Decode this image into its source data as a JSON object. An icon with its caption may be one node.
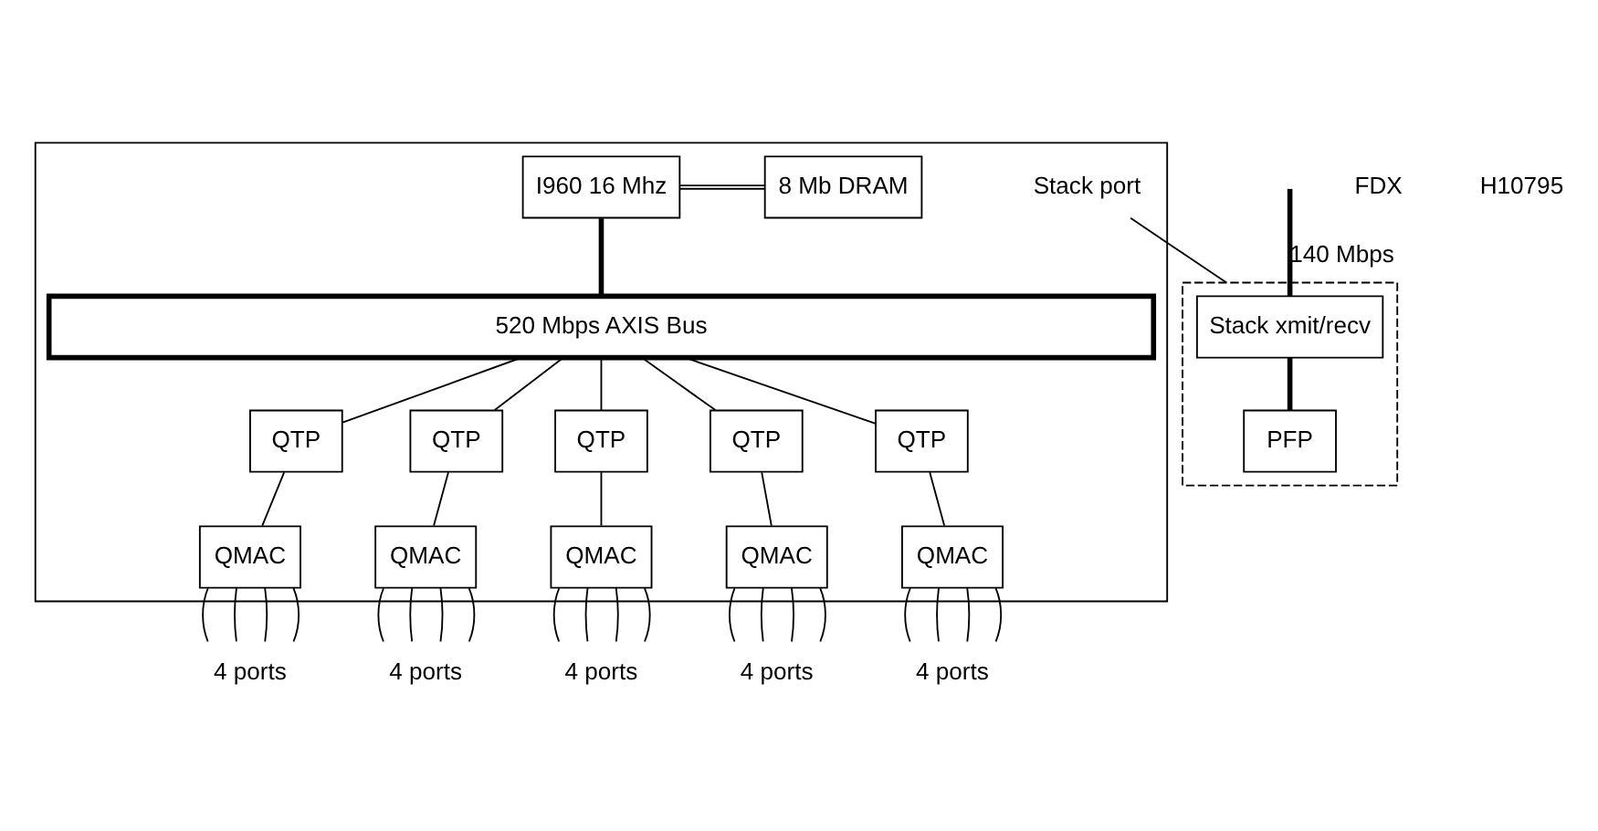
{
  "diagram": {
    "nodes": [
      {
        "text": [],
        "shape": "box"
      },
      {
        "text": [
          "8 Mb DRAM"
        ],
        "in": 0
      },
      {
        "text": [
          "I960 16 Mhz"
        ],
        "in": 0
      },
      {
        "text": [
          "Stack port"
        ],
        "in": 0
      },
      {
        "text": [],
        "shape": "box"
      },
      {
        "text": [
          "Stack xmit/recv"
        ],
        "in": 4
      },
      {
        "text": [
          "PFP"
        ],
        "in": 4
      },
      {
        "text": [
          "520 Mbps AXIS Bus"
        ],
        "in": 0
      },
      {
        "text": [
          "QTP"
        ],
        "in": 0
      },
      {
        "text": [
          "QTP"
        ],
        "in": 0
      },
      {
        "text": [
          "QTP"
        ],
        "in": 0
      },
      {
        "text": [
          "QTP"
        ],
        "in": 0
      },
      {
        "text": [
          "QTP"
        ],
        "in": 0
      },
      {
        "text": [
          "QMAC"
        ],
        "in": 0
      },
      {
        "text": [
          "QMAC"
        ],
        "in": 0
      },
      {
        "text": [
          "QMAC"
        ],
        "in": 0
      },
      {
        "text": [
          "QMAC"
        ],
        "in": 0
      },
      {
        "text": [
          "QMAC"
        ],
        "in": 0
      },
      {
        "text": [
          "4 ports"
        ]
      },
      {
        "text": [
          "4 ports"
        ]
      },
      {
        "text": [
          "4 ports"
        ]
      },
      {
        "text": [
          "4 ports"
        ]
      },
      {
        "text": [
          "4 ports"
        ]
      }
    ],
    "edges": [
      {
        "from": 1,
        "to": 2,
        "arrow": "none"
      },
      {
        "from": 2,
        "to": 7,
        "arrow": "none",
        "style": "thick"
      },
      {
        "from": 3,
        "to": 4,
        "arrow": "none"
      },
      {
        "from": null,
        "to": 5,
        "arrow": "none",
        "style": "thick",
        "label": "140 Mbps"
      },
      {
        "from": 5,
        "to": 6,
        "arrow": "none",
        "style": "thick"
      },
      {
        "from": 7,
        "to": 8,
        "arrow": "none"
      },
      {
        "from": 7,
        "to": 9,
        "arrow": "none"
      },
      {
        "from": 7,
        "to": 10,
        "arrow": "none"
      },
      {
        "from": 7,
        "to": 11,
        "arrow": "none"
      },
      {
        "from": 7,
        "to": 12,
        "arrow": "none"
      },
      {
        "from": 8,
        "to": 13,
        "arrow": "none"
      },
      {
        "from": 9,
        "to": 14,
        "arrow": "none"
      },
      {
        "from": 10,
        "to": 15,
        "arrow": "none"
      },
      {
        "from": 11,
        "to": 16,
        "arrow": "none"
      },
      {
        "from": 12,
        "to": 17,
        "arrow": "none"
      },
      {
        "from": 13,
        "to": 18,
        "arrow": "none"
      },
      {
        "from": 13,
        "to": 18,
        "arrow": "none"
      },
      {
        "from": 13,
        "to": 18,
        "arrow": "none"
      },
      {
        "from": 13,
        "to": 18,
        "arrow": "none"
      },
      {
        "from": 14,
        "to": 19,
        "arrow": "none"
      },
      {
        "from": 14,
        "to": 19,
        "arrow": "none"
      },
      {
        "from": 14,
        "to": 19,
        "arrow": "none"
      },
      {
        "from": 14,
        "to": 19,
        "arrow": "none"
      },
      {
        "from": 15,
        "to": 20,
        "arrow": "none"
      },
      {
        "from": 15,
        "to": 20,
        "arrow": "none"
      },
      {
        "from": 15,
        "to": 20,
        "arrow": "none"
      },
      {
        "from": 15,
        "to": 20,
        "arrow": "none"
      },
      {
        "from": 16,
        "to": 21,
        "arrow": "none"
      },
      {
        "from": 16,
        "to": 21,
        "arrow": "none"
      },
      {
        "from": 16,
        "to": 21,
        "arrow": "none"
      },
      {
        "from": 16,
        "to": 21,
        "arrow": "none"
      },
      {
        "from": 17,
        "to": 22,
        "arrow": "none"
      },
      {
        "from": 17,
        "to": 22,
        "arrow": "none"
      },
      {
        "from": 17,
        "to": 22,
        "arrow": "none"
      },
      {
        "from": 17,
        "to": 22,
        "arrow": "none"
      }
    ],
    "labels": [
      "FDX",
      "H10795"
    ]
  }
}
